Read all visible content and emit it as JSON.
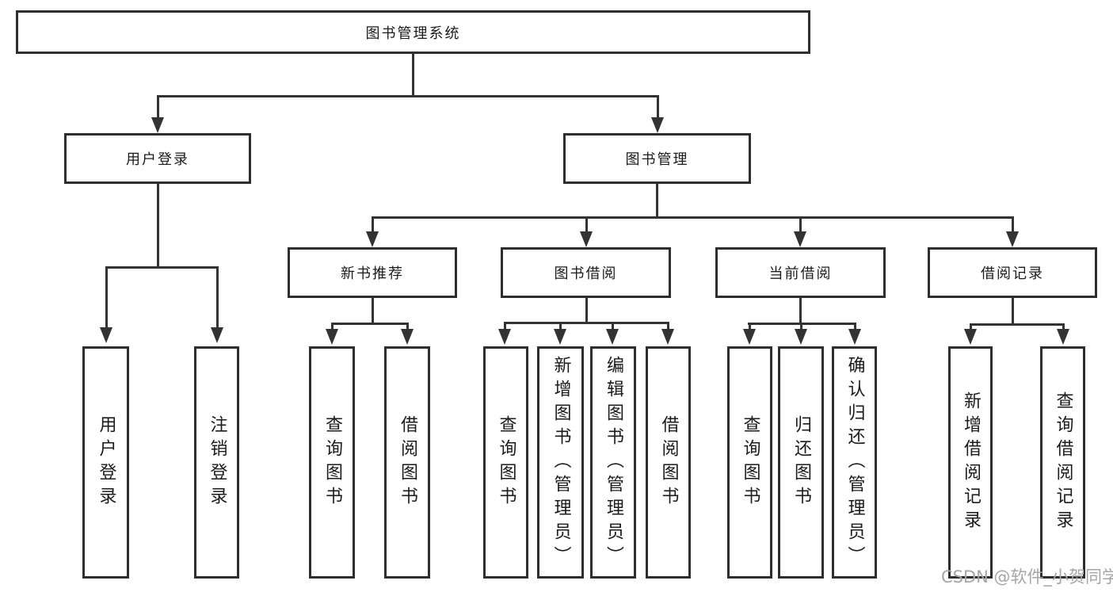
{
  "tree": {
    "root": {
      "label": "图书管理系统",
      "children": [
        {
          "label": "用户登录",
          "children": [
            {
              "label": "用户登录"
            },
            {
              "label": "注销登录"
            }
          ]
        },
        {
          "label": "图书管理",
          "children": [
            {
              "label": "新书推荐",
              "children": [
                {
                  "label": "查询图书"
                },
                {
                  "label": "借阅图书"
                }
              ]
            },
            {
              "label": "图书借阅",
              "children": [
                {
                  "label": "查询图书"
                },
                {
                  "label": "新增图书（管理员）"
                },
                {
                  "label": "编辑图书（管理员）"
                },
                {
                  "label": "借阅图书"
                }
              ]
            },
            {
              "label": "当前借阅",
              "children": [
                {
                  "label": "查询图书"
                },
                {
                  "label": "归还图书"
                },
                {
                  "label": "确认归还（管理员）"
                }
              ]
            },
            {
              "label": "借阅记录",
              "children": [
                {
                  "label": "新增借阅记录"
                },
                {
                  "label": "查询借阅记录"
                }
              ]
            }
          ]
        }
      ]
    }
  },
  "watermark": {
    "text": "CSDN @软件_小贺同学"
  },
  "colors": {
    "line": "#333333",
    "box_border": "#2e2e2e",
    "text": "#1b1b1b",
    "watermark": "#a6a6a6",
    "background": "#ffffff"
  }
}
